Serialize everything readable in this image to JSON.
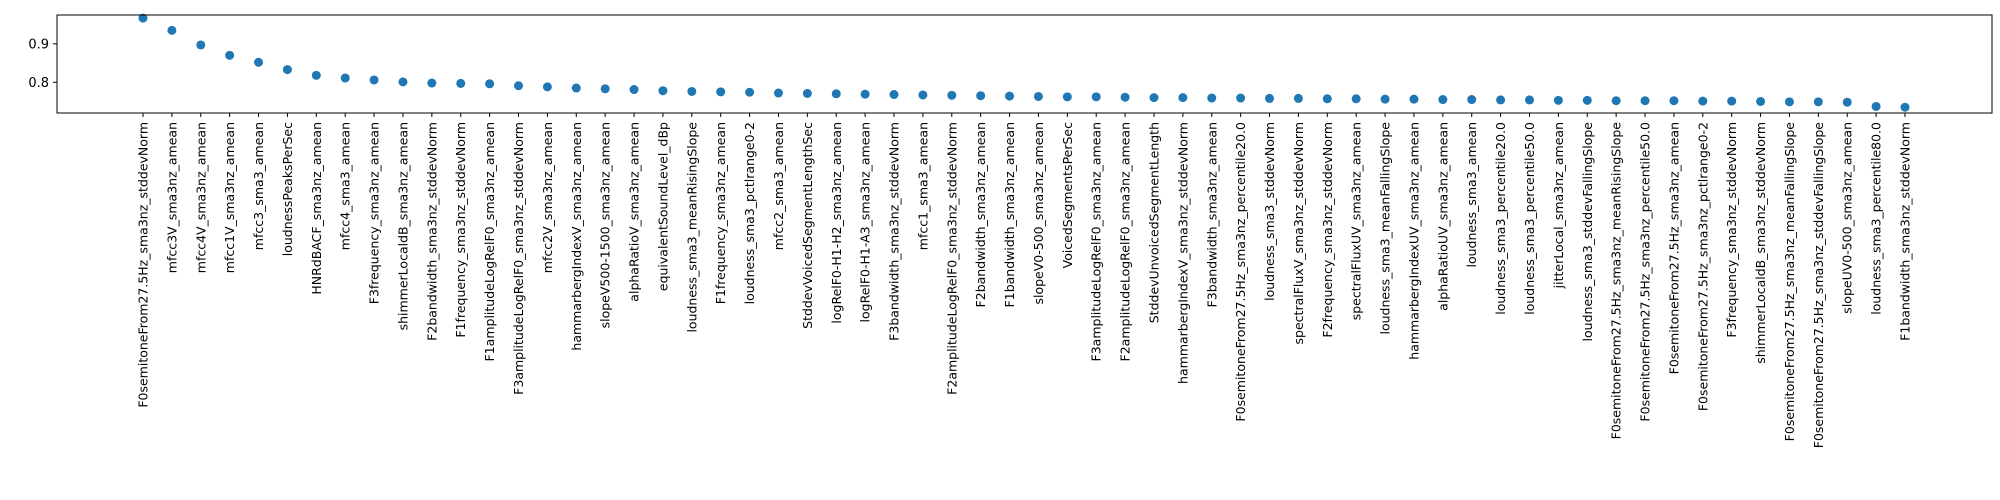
{
  "chart_data": {
    "type": "scatter",
    "title": "",
    "xlabel": "",
    "ylabel": "",
    "ylim": [
      0.72,
      0.975
    ],
    "yticks": [
      0.8,
      0.9
    ],
    "ytick_labels": [
      "0.8",
      "0.9"
    ],
    "grid": false,
    "legend": "none",
    "marker_color": "#1f77b4",
    "categories": [
      "F0semitoneFrom27.5Hz_sma3nz_stddevNorm",
      "mfcc3V_sma3nz_amean",
      "mfcc4V_sma3nz_amean",
      "mfcc1V_sma3nz_amean",
      "mfcc3_sma3_amean",
      "loudnessPeaksPerSec",
      "HNRdBACF_sma3nz_amean",
      "mfcc4_sma3_amean",
      "F3frequency_sma3nz_amean",
      "shimmerLocaldB_sma3nz_amean",
      "F2bandwidth_sma3nz_stddevNorm",
      "F1frequency_sma3nz_stddevNorm",
      "F1amplitudeLogRelF0_sma3nz_amean",
      "F3amplitudeLogRelF0_sma3nz_stddevNorm",
      "mfcc2V_sma3nz_amean",
      "hammarbergIndexV_sma3nz_amean",
      "slopeV500-1500_sma3nz_amean",
      "alphaRatioV_sma3nz_amean",
      "equivalentSoundLevel_dBp",
      "loudness_sma3_meanRisingSlope",
      "F1frequency_sma3nz_amean",
      "loudness_sma3_pctlrange0-2",
      "mfcc2_sma3_amean",
      "StddevVoicedSegmentLengthSec",
      "logRelF0-H1-H2_sma3nz_amean",
      "logRelF0-H1-A3_sma3nz_amean",
      "F3bandwidth_sma3nz_stddevNorm",
      "mfcc1_sma3_amean",
      "F2amplitudeLogRelF0_sma3nz_stddevNorm",
      "F2bandwidth_sma3nz_amean",
      "F1bandwidth_sma3nz_amean",
      "slopeV0-500_sma3nz_amean",
      "VoicedSegmentsPerSec",
      "F3amplitudeLogRelF0_sma3nz_amean",
      "F2amplitudeLogRelF0_sma3nz_amean",
      "StddevUnvoicedSegmentLength",
      "hammarbergIndexV_sma3nz_stddevNorm",
      "F3bandwidth_sma3nz_amean",
      "F0semitoneFrom27.5Hz_sma3nz_percentile20.0",
      "loudness_sma3_stddevNorm",
      "spectralFluxV_sma3nz_stddevNorm",
      "F2frequency_sma3nz_stddevNorm",
      "spectralFluxUV_sma3nz_amean",
      "loudness_sma3_meanFallingSlope",
      "hammarbergIndexUV_sma3nz_amean",
      "alphaRatioUV_sma3nz_amean",
      "loudness_sma3_amean",
      "loudness_sma3_percentile20.0",
      "loudness_sma3_percentile50.0",
      "jitterLocal_sma3nz_amean",
      "loudness_sma3_stddevFallingSlope",
      "F0semitoneFrom27.5Hz_sma3nz_meanRisingSlope",
      "F0semitoneFrom27.5Hz_sma3nz_percentile50.0",
      "F0semitoneFrom27.5Hz_sma3nz_amean",
      "F0semitoneFrom27.5Hz_sma3nz_pctlrange0-2",
      "F3frequency_sma3nz_stddevNorm",
      "shimmerLocaldB_sma3nz_stddevNorm",
      "F0semitoneFrom27.5Hz_sma3nz_meanFallingSlope",
      "F0semitoneFrom27.5Hz_sma3nz_stddevFallingSlope",
      "slopeUV0-500_sma3nz_amean",
      "loudness_sma3_percentile80.0",
      "F1bandwidth_sma3nz_stddevNorm"
    ],
    "values": [
      0.967,
      0.935,
      0.897,
      0.87,
      0.852,
      0.833,
      0.818,
      0.811,
      0.806,
      0.801,
      0.798,
      0.797,
      0.796,
      0.791,
      0.788,
      0.785,
      0.783,
      0.781,
      0.778,
      0.776,
      0.775,
      0.774,
      0.772,
      0.771,
      0.77,
      0.769,
      0.768,
      0.767,
      0.766,
      0.765,
      0.764,
      0.763,
      0.762,
      0.762,
      0.761,
      0.76,
      0.76,
      0.759,
      0.759,
      0.758,
      0.758,
      0.757,
      0.757,
      0.756,
      0.756,
      0.755,
      0.755,
      0.754,
      0.754,
      0.753,
      0.753,
      0.752,
      0.752,
      0.752,
      0.751,
      0.751,
      0.75,
      0.749,
      0.749,
      0.748,
      0.737,
      0.735
    ]
  }
}
